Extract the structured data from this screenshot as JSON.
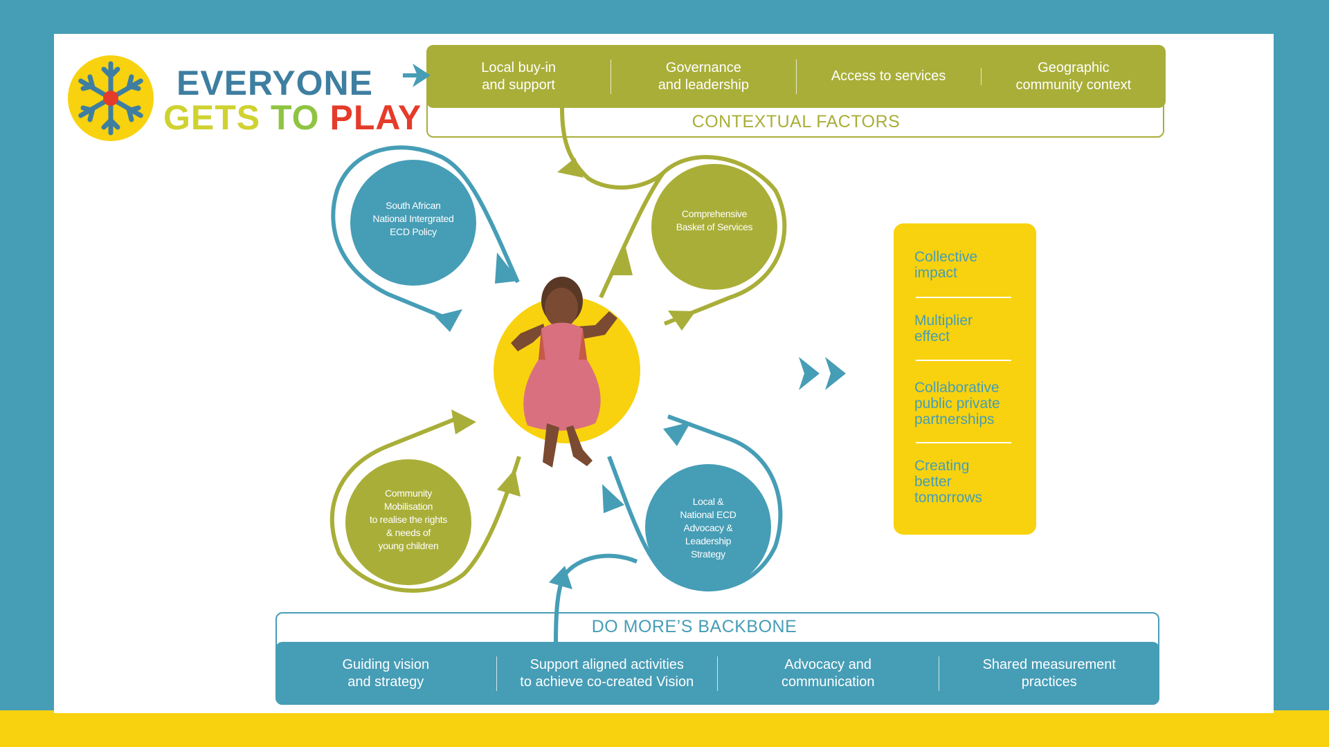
{
  "logo": {
    "line1": "EVERYONE",
    "line2_a": "GETS",
    "line2_b": "TO",
    "line2_c": "PLAY"
  },
  "contextual": {
    "title": "CONTEXTUAL FACTORS",
    "items": [
      {
        "line1": "Local buy-in",
        "line2": "and support"
      },
      {
        "line1": "Governance",
        "line2": "and leadership"
      },
      {
        "line1": "Access to services",
        "line2": ""
      },
      {
        "line1": "Geographic",
        "line2": "community context"
      }
    ]
  },
  "circles": {
    "policy": {
      "lines": [
        "South African",
        "National Intergrated",
        "ECD Policy"
      ]
    },
    "basket": {
      "lines": [
        "Comprehensive",
        "Basket of Services"
      ]
    },
    "community": {
      "lines": [
        "Community",
        "Mobilisation",
        "to realise the rights",
        "& needs of",
        "young children"
      ]
    },
    "advocacy": {
      "lines": [
        "Local &",
        "National ECD",
        "Advocacy &",
        "Leadership",
        "Strategy"
      ]
    }
  },
  "outcomes": [
    {
      "lines": [
        "Collective",
        "impact"
      ]
    },
    {
      "lines": [
        "Multiplier",
        "effect"
      ]
    },
    {
      "lines": [
        "Collaborative",
        "public private",
        "partnerships"
      ]
    },
    {
      "lines": [
        "Creating",
        "better",
        "tomorrows"
      ]
    }
  ],
  "backbone": {
    "title": "DO MORE’S BACKBONE",
    "items": [
      {
        "line1": "Guiding vision",
        "line2": "and strategy"
      },
      {
        "line1": "Support aligned activities",
        "line2": "to achieve co-created Vision"
      },
      {
        "line1": "Advocacy and",
        "line2": "communication"
      },
      {
        "line1": "Shared measurement",
        "line2": "practices"
      }
    ]
  },
  "colors": {
    "teal": "#469db6",
    "olive": "#a9ae38",
    "yellow": "#f8d20e",
    "logo_blue": "#3e7ea0",
    "logo_red": "#e53b2a",
    "dress": "#d9707f"
  },
  "icons": [
    "snowflake-logo-icon",
    "arrow-right-icon",
    "double-chevron-icon",
    "child-illustration"
  ]
}
